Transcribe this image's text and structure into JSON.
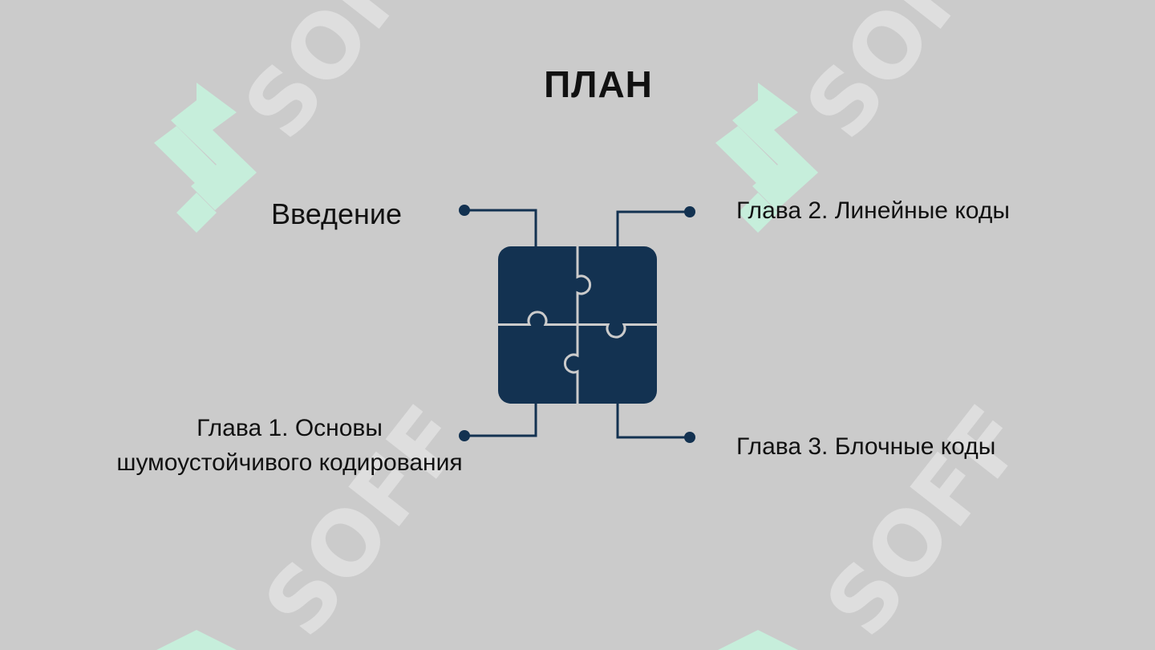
{
  "slide": {
    "title": "ПЛАН",
    "items": [
      {
        "label": "Введение"
      },
      {
        "label": "Глава 2. Линейные коды"
      },
      {
        "label_line1": "Глава 1. Основы",
        "label_line2": "шумоустойчивого кодирования"
      },
      {
        "label": "Глава 3. Блочные коды"
      }
    ]
  },
  "watermark": {
    "text": "SOFF",
    "text_color": "#dedede",
    "logo_color": "#c6eedb"
  },
  "colors": {
    "background": "#cbcbcb",
    "puzzle": "#133251",
    "connector": "#133251",
    "text": "#111111"
  },
  "icons": [
    "puzzle-icon",
    "soff-logo-watermark"
  ]
}
